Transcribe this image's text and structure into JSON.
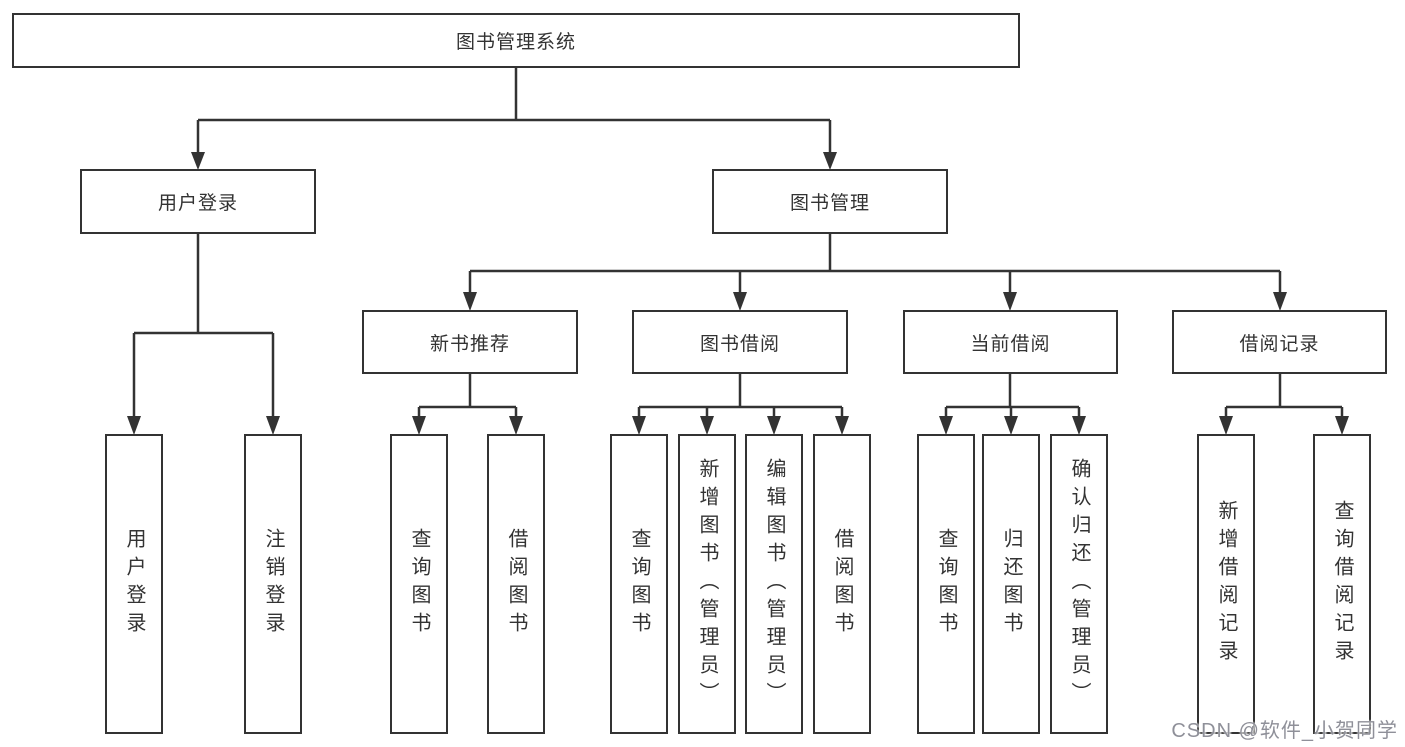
{
  "colors": {
    "line": "#333333",
    "box_border": "#333333",
    "text": "#333333",
    "background": "#ffffff",
    "watermark_text": "#8f9099"
  },
  "watermark": {
    "text": "CSDN @软件_小贺同学"
  },
  "tree": {
    "label": "图书管理系统",
    "children": [
      {
        "label": "用户登录",
        "children": [
          {
            "label": "用户登录"
          },
          {
            "label": "注销登录"
          }
        ]
      },
      {
        "label": "图书管理",
        "children": [
          {
            "label": "新书推荐",
            "children": [
              {
                "label": "查询图书"
              },
              {
                "label": "借阅图书"
              }
            ]
          },
          {
            "label": "图书借阅",
            "children": [
              {
                "label": "查询图书"
              },
              {
                "label": "新增图书（管理员）"
              },
              {
                "label": "编辑图书（管理员）"
              },
              {
                "label": "借阅图书"
              }
            ]
          },
          {
            "label": "当前借阅",
            "children": [
              {
                "label": "查询图书"
              },
              {
                "label": "归还图书"
              },
              {
                "label": "确认归还（管理员）"
              }
            ]
          },
          {
            "label": "借阅记录",
            "children": [
              {
                "label": "新增借阅记录"
              },
              {
                "label": "查询借阅记录"
              }
            ]
          }
        ]
      }
    ]
  }
}
